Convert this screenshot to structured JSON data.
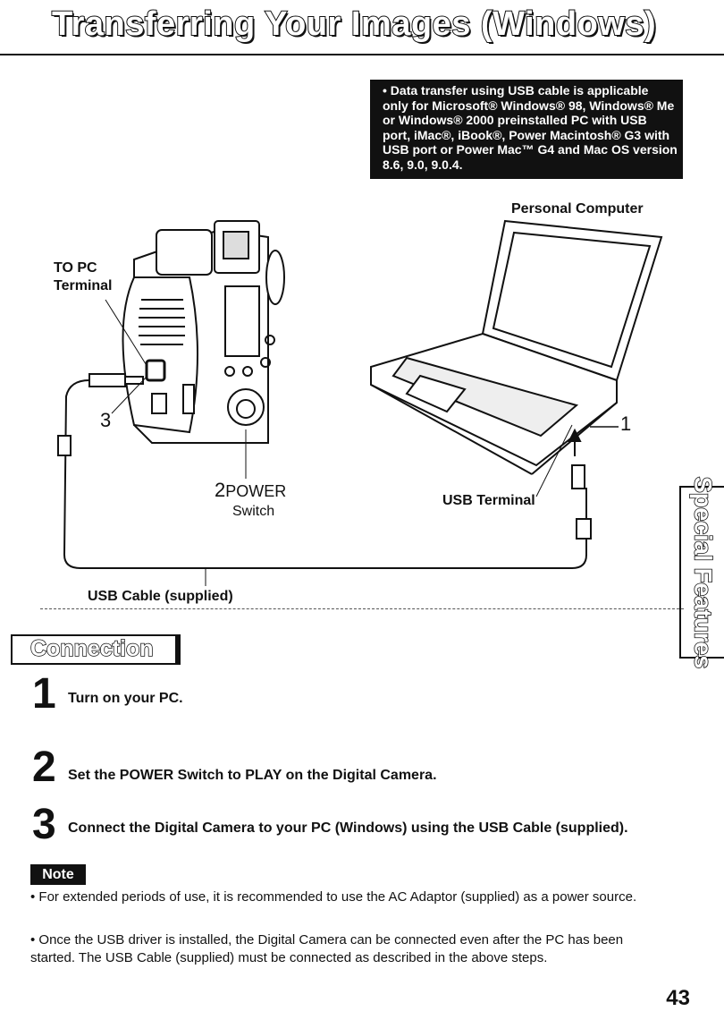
{
  "header": {
    "title": "Transferring Your Images (Windows)"
  },
  "notice": {
    "text": "• Data transfer using USB cable is applicable only for Microsoft® Windows® 98, Windows® Me or Windows® 2000 preinstalled PC with USB port, iMac®, iBook®, Power Macintosh® G3 with USB port or Power Mac™ G4 and Mac OS version 8.6, 9.0, 9.0.4."
  },
  "diagram": {
    "personal_computer": "Personal Computer",
    "to_pc_line1": "TO PC",
    "to_pc_line2": "Terminal",
    "callout_3": "3",
    "callout_1": "1",
    "power_number": "2",
    "power_word": "POWER",
    "power_switch": "Switch",
    "usb_terminal": "USB Terminal",
    "usb_cable": "USB Cable (supplied)"
  },
  "side_tab": {
    "label": "Special Features"
  },
  "section": {
    "heading": "Connection"
  },
  "steps": [
    {
      "number": "1",
      "text": "Turn on your PC."
    },
    {
      "number": "2",
      "text": "Set the POWER Switch to PLAY on the Digital Camera."
    },
    {
      "number": "3",
      "text": "Connect the Digital Camera to your PC (Windows) using the USB Cable (supplied)."
    }
  ],
  "note": {
    "label": "Note",
    "items": [
      "• For extended periods of use, it is recommended to use the AC Adaptor (supplied) as a power source.",
      "• Once the USB driver is installed, the Digital Camera can be connected even after the PC has been started. The USB Cable (supplied) must be connected as described in the above steps."
    ]
  },
  "page_number": "43"
}
